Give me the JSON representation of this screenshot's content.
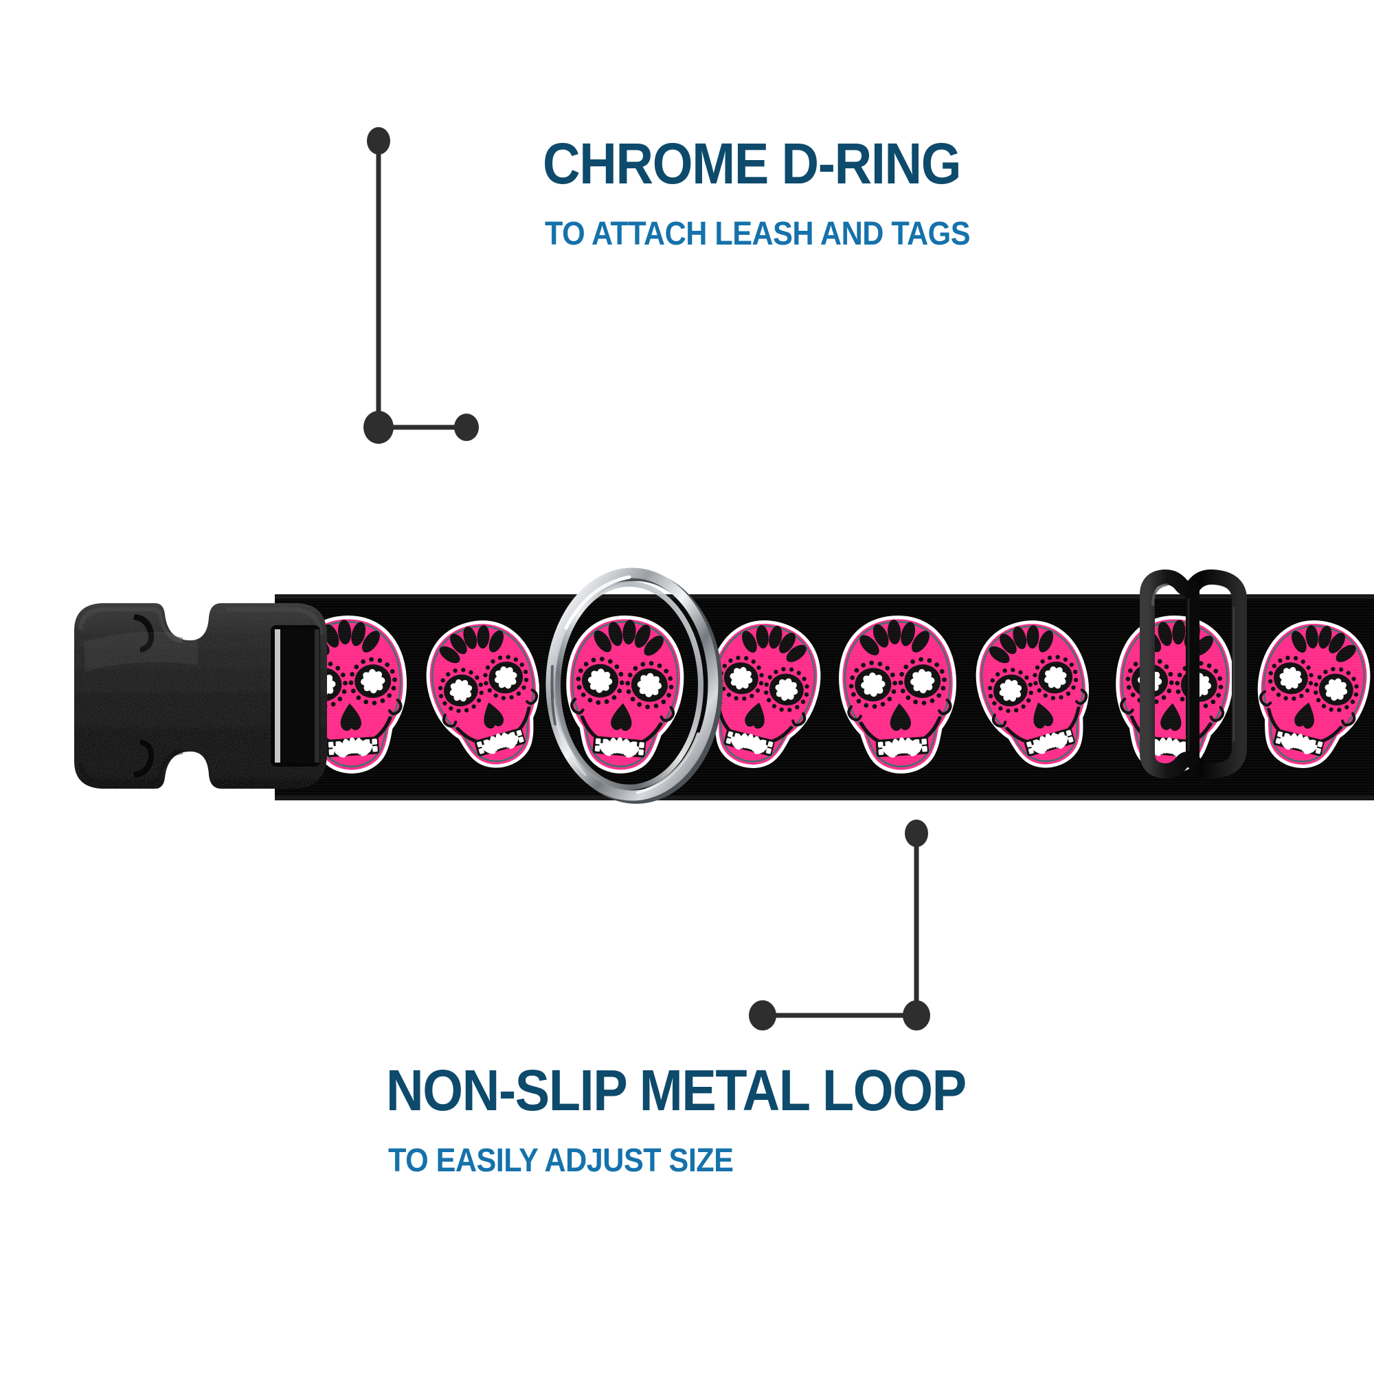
{
  "page": {
    "background_color": "#ffffff",
    "product": "patterned dog collar with pink sugar skulls"
  },
  "theme": {
    "title_color": "#0d4a6b",
    "subtitle_color": "#1572ab",
    "leader_color": "#2e2e2e",
    "strap_color": "#060606",
    "skull_pink": "#ff2e8a",
    "skull_white": "#f2f2f2",
    "chrome_light": "#ffffff",
    "chrome_mid": "#b9bcc0",
    "chrome_dark": "#5e6367",
    "plastic_black": "#1c1c1c"
  },
  "callouts": [
    {
      "id": "chrome-d-ring",
      "title": "CHROME D-RING",
      "subtitle": "TO ATTACH LEASH AND TAGS",
      "anchor": "d-ring",
      "leader": {
        "start_dot": [
          551,
          205
        ],
        "corner_dot": [
          551,
          622
        ],
        "end_dot": [
          679,
          622
        ]
      }
    },
    {
      "id": "non-slip-metal-loop",
      "title": "NON-SLIP METAL LOOP",
      "subtitle": "TO EASILY ADJUST SIZE",
      "anchor": "adjuster-loop",
      "leader": {
        "start_dot": [
          1334,
          1213
        ],
        "corner_dot": [
          1334,
          1478
        ],
        "end_dot": [
          1110,
          1478
        ]
      }
    }
  ],
  "hardware": {
    "buckle": {
      "name": "side-release buckle",
      "material": "black plastic",
      "color": "#1c1c1c"
    },
    "d_ring": {
      "name": "chrome D-ring",
      "material": "chrome plated metal",
      "color": "#c8cbd0"
    },
    "adjuster_loop": {
      "name": "non-slip metal loop",
      "material": "coated metal tri-glide",
      "color": "#141414"
    }
  },
  "pattern": {
    "name": "sugar skull",
    "background": "#060606",
    "skull_fill": "#ff2e8a",
    "detail_color": "#ffffff",
    "outline_color": "#111111",
    "accent_color": "#1f7a6a",
    "repeat_count": 8
  }
}
